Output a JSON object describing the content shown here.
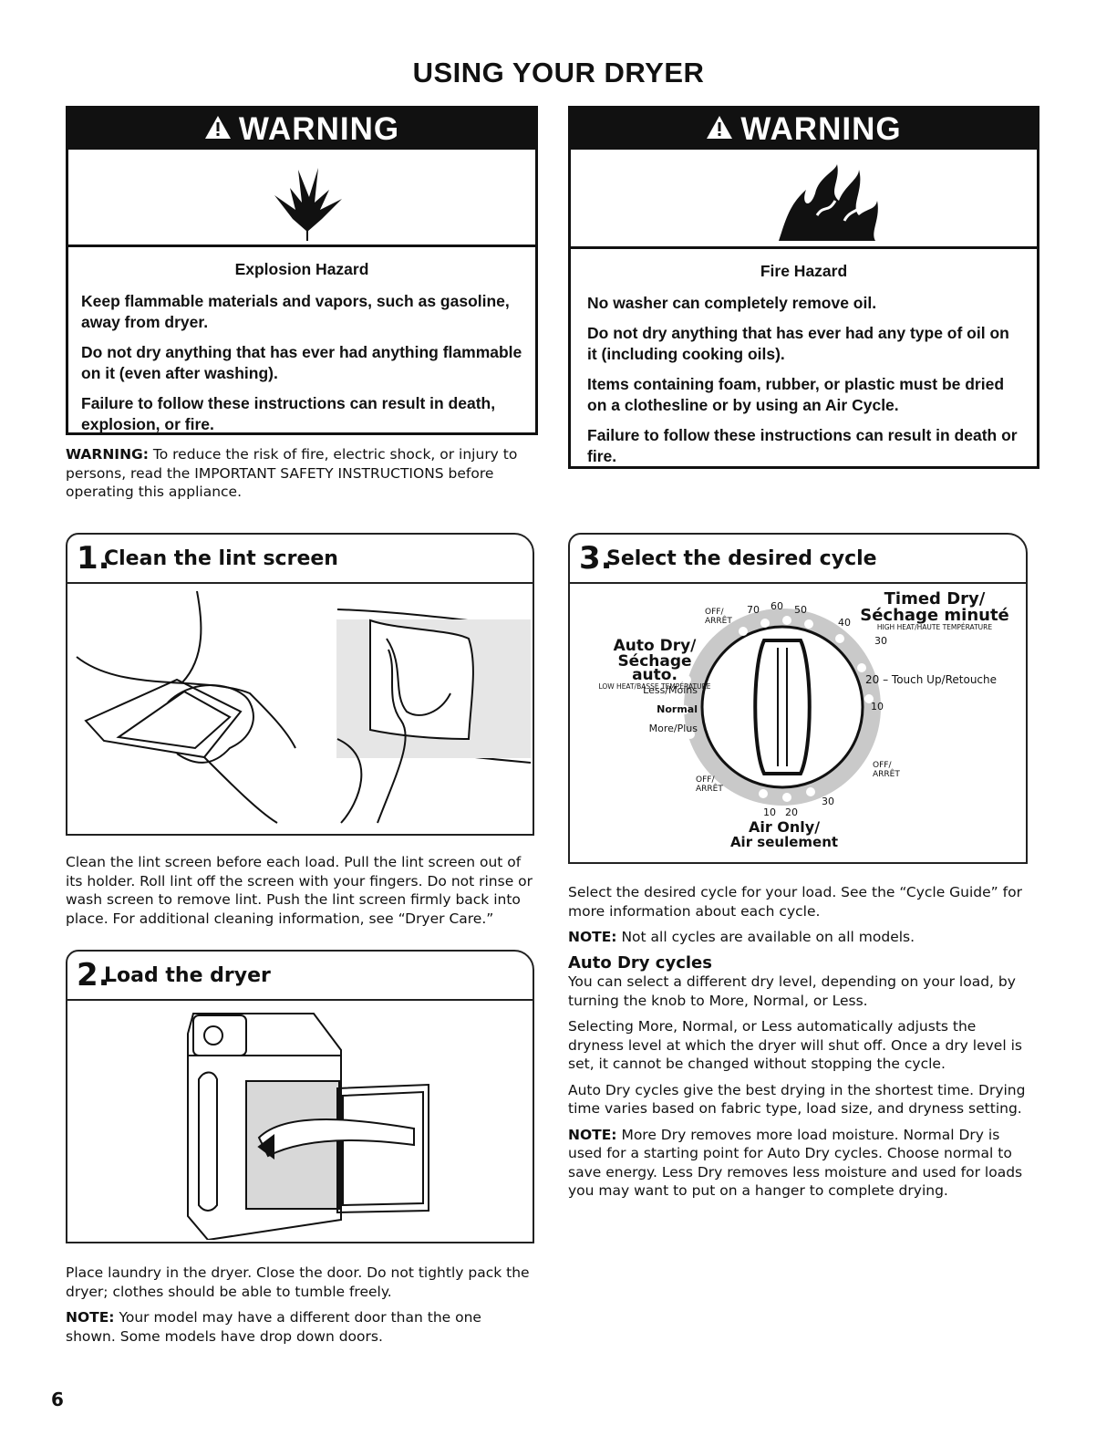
{
  "page_title": "USING YOUR DRYER",
  "warnings": [
    {
      "header": "WARNING",
      "icon": "explosion-icon",
      "hazard": "Explosion Hazard",
      "lines": [
        "Keep flammable materials and vapors, such as gasoline, away from dryer.",
        "Do not dry anything that has ever had anything flammable on it (even after washing).",
        "Failure to follow these instructions can result in death, explosion, or fire."
      ]
    },
    {
      "header": "WARNING",
      "icon": "fire-icon",
      "hazard": "Fire Hazard",
      "lines": [
        "No washer can completely remove oil.",
        "Do not dry anything that has ever had any type of oil on it (including cooking oils).",
        "Items containing foam, rubber, or plastic must be dried on a clothesline or by using an Air Cycle.",
        "Failure to follow these instructions can result in death or fire."
      ]
    }
  ],
  "safety_note": {
    "label": "WARNING:",
    "text": " To reduce the risk of fire, electric shock, or injury to persons, read the IMPORTANT SAFETY INSTRUCTIONS before operating this appliance."
  },
  "steps": [
    {
      "num": "1.",
      "title": "Clean the lint screen",
      "paragraphs": [
        "Clean the lint screen before each load. Pull the lint screen out of its holder. Roll lint off the screen with your fingers. Do not rinse or wash screen to remove lint. Push the lint screen firmly back into place. For additional cleaning information, see “Dryer Care.”"
      ]
    },
    {
      "num": "2.",
      "title": "Load the dryer",
      "paragraphs": [
        "Place laundry in the dryer. Close the door. Do not tightly pack the dryer; clothes should be able to tumble freely."
      ],
      "note_label": "NOTE:",
      "note": " Your model may have a different door than the one shown. Some models have drop down doors."
    },
    {
      "num": "3.",
      "title": "Select the desired cycle",
      "intro": "Select the desired cycle for your load. See the “Cycle Guide” for more information about each cycle.",
      "note_label": "NOTE:",
      "note": " Not all cycles are available on all models."
    }
  ],
  "dial": {
    "timed_dry": "Timed Dry/",
    "sechage_minute": "Séchage minuté",
    "high_heat": "HIGH HEAT/HAUTE TEMPÉRATURE",
    "auto_dry": "Auto Dry/",
    "sechage_auto": "Séchage auto.",
    "low_heat": "LOW HEAT/BASSE TEMPÉRATURE",
    "less": "Less/Moins",
    "normal": "Normal",
    "more": "More/Plus",
    "off1": "OFF/",
    "arret1": "ARRÊT",
    "off2": "OFF/",
    "arret2": "ARRÊT",
    "off3": "OFF/",
    "arret3": "ARRÊT",
    "t70": "70",
    "t60": "60",
    "t50": "50",
    "t40": "40",
    "t30": "30",
    "touchup": "20 – Touch Up/Retouche",
    "t10": "10",
    "air10": "10",
    "air20": "20",
    "air30": "30",
    "air_only": "Air Only/",
    "air_seulement": "Air seulement"
  },
  "auto_dry_section": {
    "heading": "Auto Dry cycles",
    "paragraphs": [
      "You can select a different dry level, depending on your load, by turning the knob to More, Normal, or Less.",
      "Selecting More, Normal, or Less automatically adjusts the dryness level at which the dryer will shut off. Once a dry level is set, it cannot be changed without stopping the cycle.",
      "Auto Dry cycles give the best drying in the shortest time. Drying time varies based on fabric type, load size, and dryness setting."
    ],
    "note_label": "NOTE:",
    "note": " More Dry removes more load moisture. Normal Dry is used for a starting point for Auto Dry cycles. Choose normal to save energy. Less Dry removes less moisture and used for loads you may want to put on a hanger to complete drying."
  },
  "page_number": "6"
}
